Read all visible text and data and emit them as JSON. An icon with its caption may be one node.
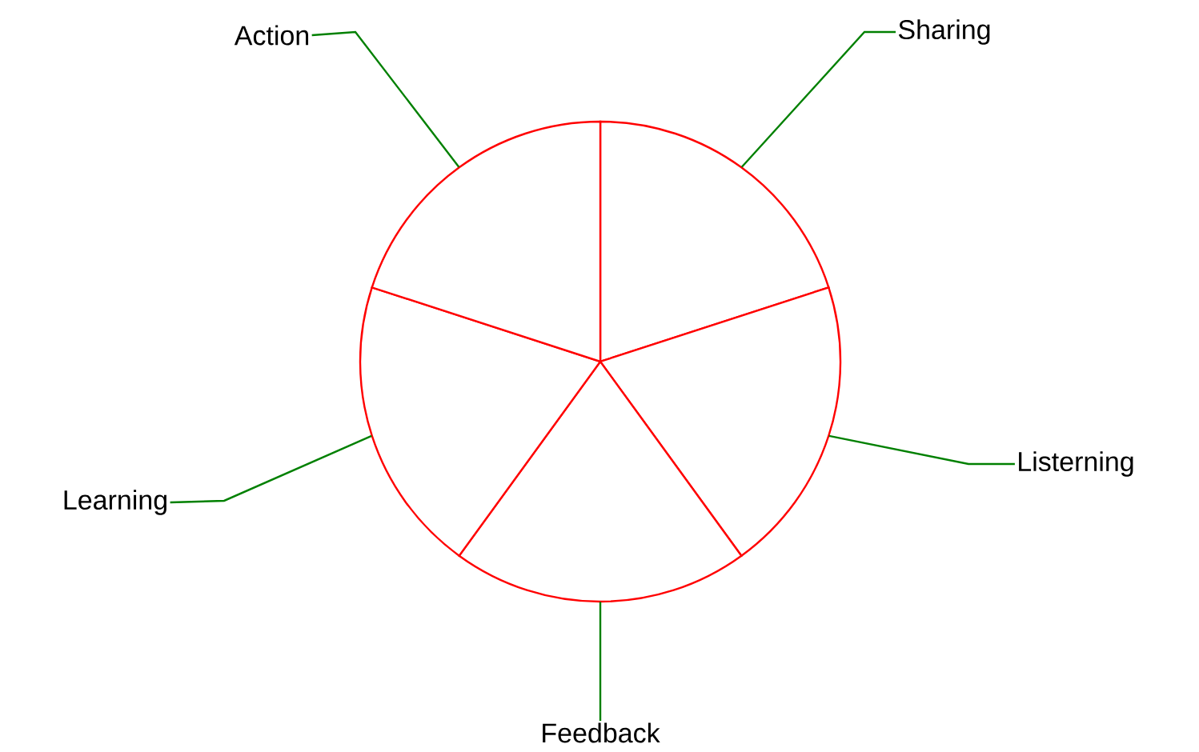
{
  "diagram": {
    "nodes": [
      {
        "text": [
          "Action"
        ]
      },
      {
        "text": [
          "Sharing"
        ]
      },
      {
        "text": [
          "Listerning"
        ]
      },
      {
        "text": [
          "Learning"
        ]
      },
      {
        "text": [
          "Feedback"
        ]
      },
      {
        "text": [],
        "shape": "sector"
      },
      {
        "text": [],
        "shape": "sector"
      },
      {
        "text": [],
        "shape": "sector"
      },
      {
        "text": [],
        "shape": "sector"
      },
      {
        "text": [],
        "shape": "sector"
      }
    ],
    "edges": [
      {
        "from": 0,
        "to": 9,
        "arrow": "none"
      },
      {
        "from": 1,
        "to": 5,
        "arrow": "none"
      },
      {
        "from": 2,
        "to": 6,
        "arrow": "none"
      },
      {
        "from": 3,
        "to": 8,
        "arrow": "none"
      },
      {
        "from": 4,
        "to": 7,
        "arrow": "none"
      }
    ]
  }
}
